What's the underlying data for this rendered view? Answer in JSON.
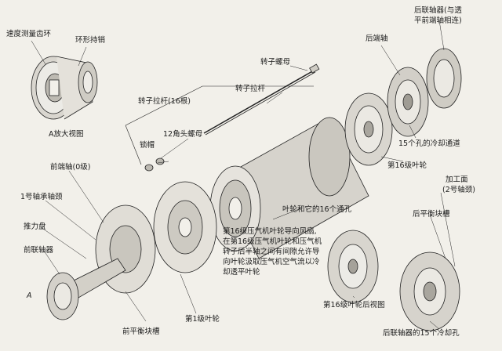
{
  "labels": {
    "speed_gear_ring": "速度测量齿环",
    "ring_pin": "环形持销",
    "detail_a": "A放大视图",
    "rotor_nut": "转子螺母",
    "rotor_tie_rod": "转子拉杆",
    "rotor_tie_rods_16": "转子拉杆(16根)",
    "rear_coupling_l1": "后联轴器(与透",
    "rear_coupling_l2": "平前端轴相连)",
    "rear_shaft": "后端轴",
    "cooling_passage_15": "15个孔的冷却通道",
    "stage16_disk": "第16级叶轮",
    "nut_12pt": "12角头螺母",
    "lock_cap": "锁帽",
    "front_shaft_0": "前端轴(0级)",
    "bearing1_journal": "1号轴承轴颈",
    "thrust_disk": "推力盘",
    "front_coupling": "前联轴器",
    "disk_holes_16": "叶轮和它的16个通孔",
    "machined_face_l1": "加工面",
    "machined_face_l2": "(2号轴颈)",
    "rear_balance_groove": "后平衡块槽",
    "note_l1": "第16级压气机叶轮导向风扇,",
    "note_l2": "在第16级压气机叶轮和压气机",
    "note_l3": "转子后半轴之间有间隙允许导",
    "note_l4": "向叶轮汲取压气机空气流以冷",
    "note_l5": "却透平叶轮",
    "stage16_rear_view": "第16级叶轮后视图",
    "stage1_disk": "第1级叶轮",
    "front_balance_groove": "前平衡块槽",
    "rear_coupling_15_holes": "后联轴器的15个冷却孔",
    "a_marker": "A"
  }
}
